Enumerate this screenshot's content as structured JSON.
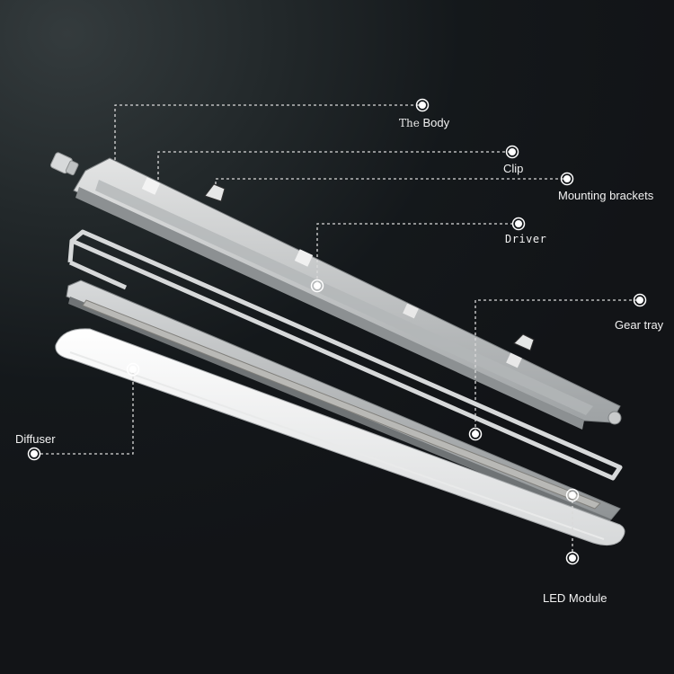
{
  "title": "LED tri-proof light exploded view",
  "colors": {
    "background": "#14181b",
    "housing": "#c9cbcc",
    "diffuser": "#f4f4f4",
    "led_strip": "#b9b9b6",
    "callout": "#ffffff"
  },
  "callouts": [
    {
      "id": "the-body",
      "label_prefix": "The",
      "label": "Body"
    },
    {
      "id": "clip",
      "label": "Clip"
    },
    {
      "id": "mounting-brackets",
      "label": "Mounting brackets"
    },
    {
      "id": "driver",
      "label": "Driver"
    },
    {
      "id": "gear-tray",
      "label": "Gear tray"
    },
    {
      "id": "diffuser",
      "label": "Diffuser"
    },
    {
      "id": "led-module",
      "label": "LED Module"
    }
  ],
  "components": [
    {
      "id": "cable-gland",
      "icon": "cable-gland-icon"
    },
    {
      "id": "housing",
      "icon": "housing-icon"
    },
    {
      "id": "gasket",
      "icon": "gasket-icon"
    },
    {
      "id": "gear-tray",
      "icon": "gear-tray-icon"
    },
    {
      "id": "led-strip",
      "icon": "led-strip-icon"
    },
    {
      "id": "diffuser",
      "icon": "diffuser-icon"
    }
  ]
}
